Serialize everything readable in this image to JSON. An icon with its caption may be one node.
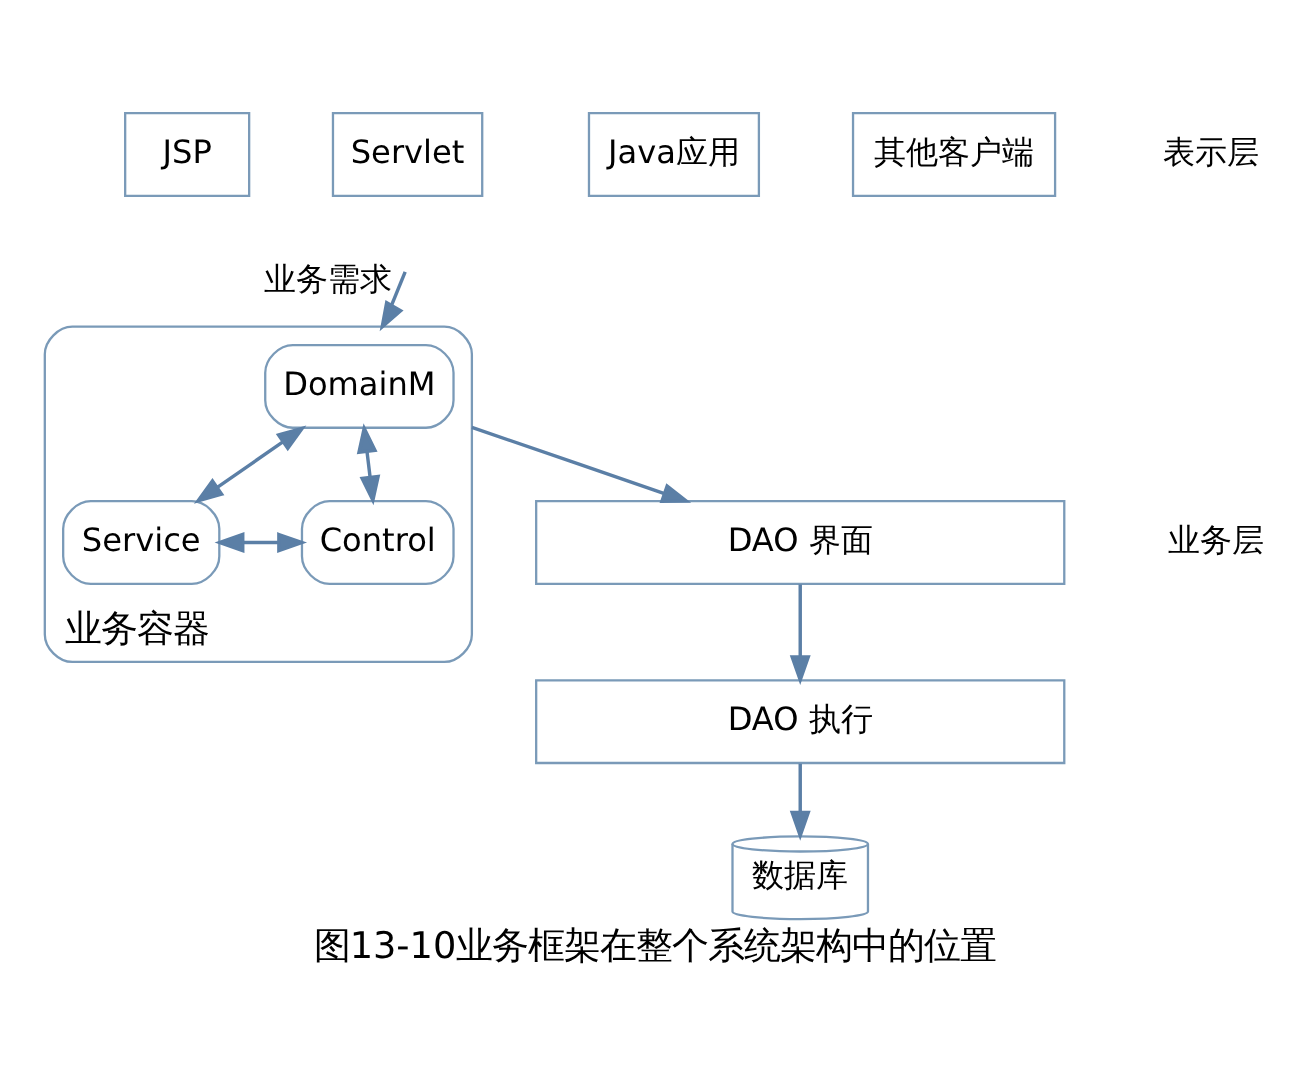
{
  "diagram": {
    "caption": "图13-10业务框架在整个系统架构中的位置",
    "nodes": [
      {
        "text": [
          "JSP"
        ]
      },
      {
        "text": [
          "Servlet"
        ]
      },
      {
        "text": [
          "Java应用"
        ]
      },
      {
        "text": [
          "其他客户端"
        ]
      },
      {
        "text": [
          "业务容器"
        ]
      },
      {
        "text": [
          "DomainM"
        ],
        "in": 4
      },
      {
        "text": [
          "Service"
        ],
        "in": 4
      },
      {
        "text": [
          "Control"
        ],
        "in": 4
      },
      {
        "text": [
          "DAO 界面"
        ]
      },
      {
        "text": [
          "DAO 执行"
        ]
      },
      {
        "text": [
          "数据库"
        ]
      }
    ],
    "edges": [
      {
        "from": null,
        "to": 4,
        "arrow": "to",
        "label": "业务需求"
      },
      {
        "from": 5,
        "to": 6,
        "arrow": "both"
      },
      {
        "from": 5,
        "to": 7,
        "arrow": "both"
      },
      {
        "from": 6,
        "to": 7,
        "arrow": "both"
      },
      {
        "from": 4,
        "to": 8,
        "arrow": "to"
      },
      {
        "from": 8,
        "to": 9,
        "arrow": "to"
      },
      {
        "from": 9,
        "to": 10,
        "arrow": "to"
      }
    ],
    "labels": [
      "表示层",
      "业务层"
    ]
  }
}
